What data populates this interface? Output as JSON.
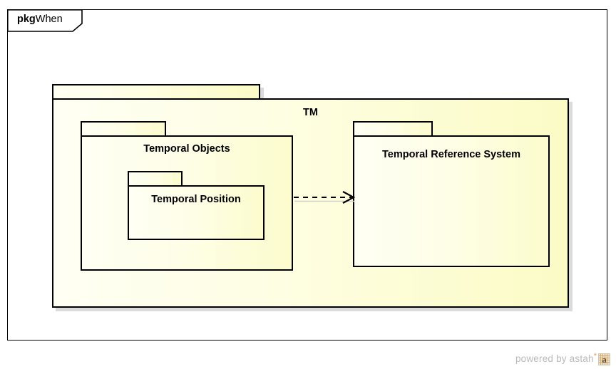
{
  "diagram": {
    "frame": {
      "keyword": "pkg",
      "name": "When"
    },
    "root_package": {
      "name": "TM"
    },
    "packages": [
      {
        "id": "temporal-objects",
        "name": "Temporal Objects"
      },
      {
        "id": "temporal-position",
        "name": "Temporal Position"
      },
      {
        "id": "temporal-reference-system",
        "name": "Temporal Reference System"
      }
    ],
    "dependencies": [
      {
        "id": "dep-temporal-objects-to-trs",
        "source": "Temporal Objects",
        "target": "Temporal Reference System",
        "style": "dashed",
        "arrowhead": "open"
      }
    ],
    "colors": {
      "package_border": "#000000",
      "package_fill_light": "#fffff4",
      "package_fill_dark": "#fbfbc6",
      "shadow": "#cfcfcf",
      "frame_border": "#000000",
      "background": "#ffffff",
      "text": "#000000",
      "watermark_text": "#b9b9b9",
      "watermark_accent": "#d8a25a"
    }
  },
  "watermark": {
    "text": "powered by astah",
    "star": "*",
    "logo_letter": "a"
  }
}
